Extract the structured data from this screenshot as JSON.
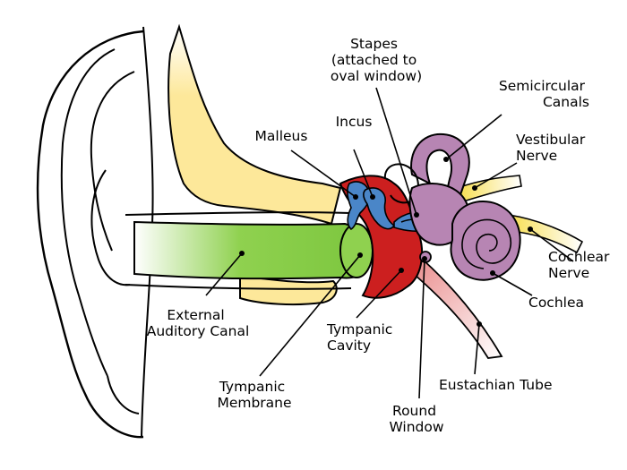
{
  "labels": {
    "stapes": [
      "Stapes",
      "(attached to",
      "oval window)"
    ],
    "semicircular_canals": [
      "Semicircular",
      "Canals"
    ],
    "incus": [
      "Incus"
    ],
    "malleus": [
      "Malleus"
    ],
    "vestibular_nerve": [
      "Vestibular",
      "Nerve"
    ],
    "cochlear_nerve": [
      "Cochlear",
      "Nerve"
    ],
    "cochlea": [
      "Cochlea"
    ],
    "external_auditory_canal": [
      "External",
      "Auditory Canal"
    ],
    "tympanic_cavity": [
      "Tympanic",
      "Cavity"
    ],
    "tympanic_membrane": [
      "Tympanic",
      "Membrane"
    ],
    "eustachian_tube": [
      "Eustachian Tube"
    ],
    "round_window": [
      "Round",
      "Window"
    ]
  },
  "colors": {
    "bone": "#fde89a",
    "canal": "#8fd14f",
    "middle_ear": "#cc1f1f",
    "ossicles": "#4a86c8",
    "inner_ear": "#b785b3",
    "nerve": "#f7dd4a",
    "tube": "#e9a0a0",
    "outline": "#000000"
  }
}
